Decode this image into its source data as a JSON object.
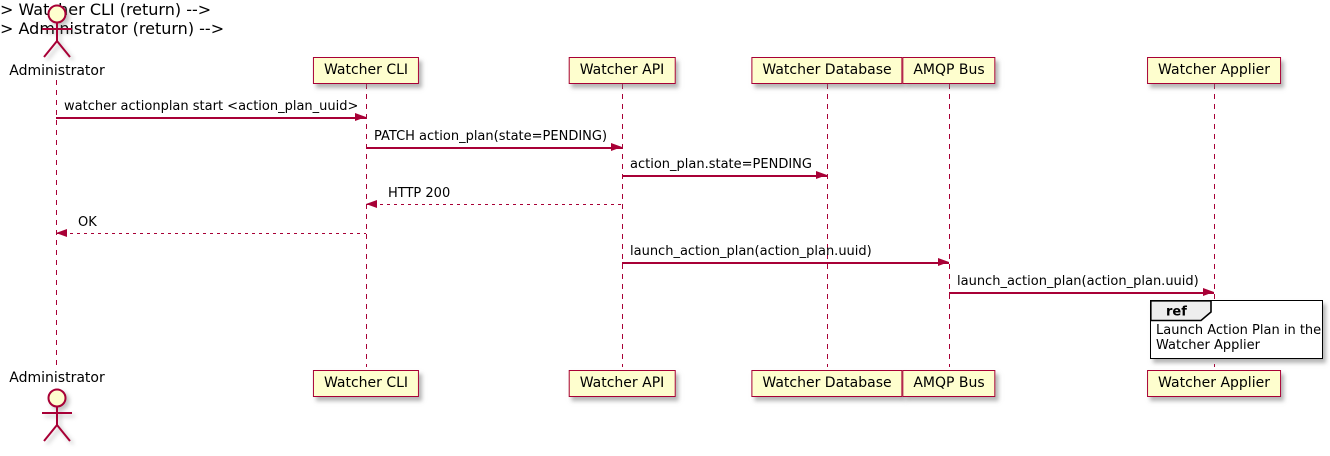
{
  "diagram_type": "uml-sequence",
  "actor": {
    "name": "Administrator"
  },
  "participants": [
    {
      "name": "Watcher CLI"
    },
    {
      "name": "Watcher API"
    },
    {
      "name": "Watcher Database"
    },
    {
      "name": "AMQP Bus"
    },
    {
      "name": "Watcher Applier"
    }
  ],
  "messages": [
    {
      "from": "Administrator",
      "to": "Watcher CLI",
      "label": "watcher actionplan start <action_plan_uuid>",
      "style": "solid"
    },
    {
      "from": "Watcher CLI",
      "to": "Watcher API",
      "label": "PATCH action_plan(state=PENDING)",
      "style": "solid"
    },
    {
      "from": "Watcher API",
      "to": "Watcher Database",
      "label": "action_plan.state=PENDING",
      "style": "solid"
    },
    {
      "from": "Watcher API",
      "to": "Watcher CLI",
      "label": "HTTP 200",
      "style": "dashed"
    },
    {
      "from": "Watcher CLI",
      "to": "Administrator",
      "label": "OK",
      "style": "dashed"
    },
    {
      "from": "Watcher API",
      "to": "AMQP Bus",
      "label": "launch_action_plan(action_plan.uuid)",
      "style": "solid"
    },
    {
      "from": "AMQP Bus",
      "to": "Watcher Applier",
      "label": "launch_action_plan(action_plan.uuid)",
      "style": "solid"
    }
  ],
  "ref": {
    "keyword": "ref",
    "over": "Watcher Applier",
    "lines": [
      "Launch Action Plan in the",
      "Watcher Applier"
    ]
  },
  "colors": {
    "participant_fill": "#FEFECE",
    "border_and_arrows": "#A80036",
    "text": "#000000",
    "ref_tab_fill": "#EEEEEE",
    "ref_border": "#000000",
    "background": "#FFFFFF"
  }
}
